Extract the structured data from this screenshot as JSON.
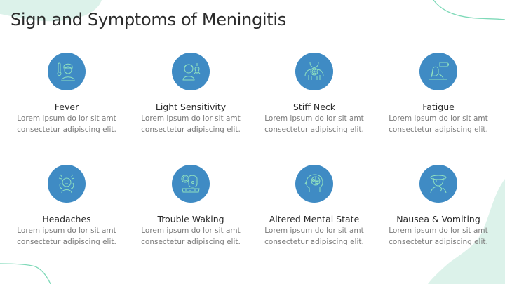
{
  "slide": {
    "title": "Sign and Symptoms of Meningitis",
    "colors": {
      "accent_circle": "#3f8bc4",
      "icon_stroke": "#8fe0c0",
      "blob": "#dcf2ea",
      "line": "#7ed9b8",
      "title_text": "#2b2b2b",
      "desc_text": "#7a7a7a"
    }
  },
  "symptoms": [
    {
      "title": "Fever",
      "desc_line1": "Lorem ipsum do lor sit amt",
      "desc_line2": "consectetur adipiscing elit.",
      "icon": "thermometer-person-icon"
    },
    {
      "title": "Light Sensitivity",
      "desc_line1": "Lorem ipsum do lor sit amt",
      "desc_line2": "consectetur adipiscing elit.",
      "icon": "light-bulb-person-icon"
    },
    {
      "title": "Stiff Neck",
      "desc_line1": "Lorem ipsum do lor sit amt",
      "desc_line2": "consectetur adipiscing elit.",
      "icon": "neck-pain-icon"
    },
    {
      "title": "Fatigue",
      "desc_line1": "Lorem ipsum do lor sit amt",
      "desc_line2": "consectetur adipiscing elit.",
      "icon": "low-battery-person-icon"
    },
    {
      "title": "Headaches",
      "desc_line1": "Lorem ipsum do lor sit amt",
      "desc_line2": "consectetur adipiscing elit.",
      "icon": "headache-person-icon"
    },
    {
      "title": "Trouble Waking",
      "desc_line1": "Lorem ipsum do lor sit amt",
      "desc_line2": "consectetur adipiscing elit.",
      "icon": "alarm-clock-person-icon"
    },
    {
      "title": "Altered Mental State",
      "desc_line1": "Lorem ipsum do lor sit amt",
      "desc_line2": "consectetur adipiscing elit.",
      "icon": "brain-head-icon"
    },
    {
      "title": "Nausea & Vomiting",
      "desc_line1": "Lorem ipsum do lor sit amt",
      "desc_line2": "consectetur adipiscing elit.",
      "icon": "nausea-person-icon"
    }
  ]
}
